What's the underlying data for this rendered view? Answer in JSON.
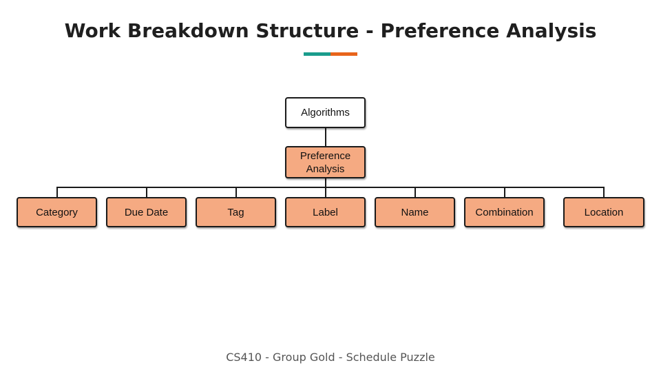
{
  "slide": {
    "title": "Work Breakdown Structure - Preference Analysis",
    "footer": "CS410 - Group Gold - Schedule Puzzle"
  },
  "colors": {
    "accent_left": "#1a9c8c",
    "accent_right": "#e8641b",
    "node_fill": "#f5aa82",
    "root_fill": "#ffffff"
  },
  "diagram": {
    "root": "Algorithms",
    "parent": "Preference\nAnalysis",
    "children": [
      "Category",
      "Due Date",
      "Tag",
      "Label",
      "Name",
      "Combination",
      "Location"
    ]
  }
}
